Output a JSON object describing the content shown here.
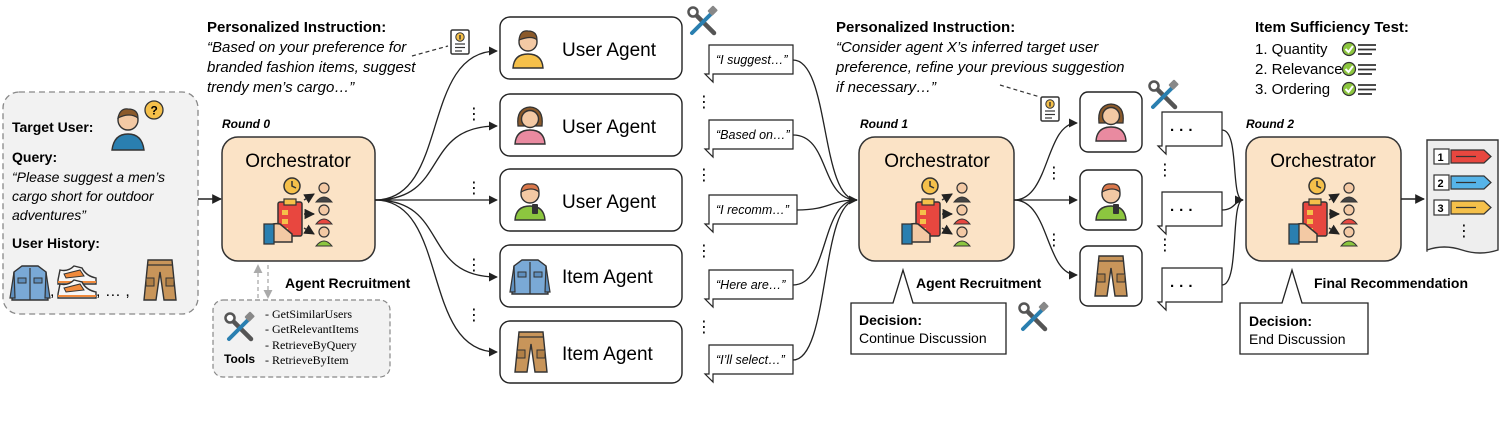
{
  "target": {
    "target_user_label": "Target User:",
    "query_label": "Query:",
    "query_lines": [
      "“Please suggest a men’s",
      "cargo short for outdoor",
      "adventures”"
    ],
    "history_label": "User History:",
    "history_sep1": ",",
    "history_sep2": ", … ,"
  },
  "instruction0": {
    "title": "Personalized Instruction:",
    "lines": [
      "“Based on your preference for",
      "branded fashion items, suggest",
      "trendy men’s cargo…”"
    ]
  },
  "instruction1": {
    "title": "Personalized Instruction:",
    "lines": [
      "“Consider agent X’s inferred target user",
      "preference, refine your previous suggestion",
      "if necessary…”"
    ]
  },
  "sufficiency": {
    "title": "Item Sufficiency Test:",
    "items": [
      "1. Quantity",
      "2. Relevance",
      "3. Ordering"
    ]
  },
  "rounds": {
    "r0": {
      "label": "Round 0",
      "orchestrator": "Orchestrator",
      "caption": "Agent Recruitment"
    },
    "r1": {
      "label": "Round 1",
      "orchestrator": "Orchestrator",
      "caption": "Agent Recruitment"
    },
    "r2": {
      "label": "Round 2",
      "orchestrator": "Orchestrator",
      "caption": "Final Recommendation"
    }
  },
  "agents": [
    {
      "label": "User Agent",
      "reply": "“I suggest…”"
    },
    {
      "label": "User Agent",
      "reply": "“Based on…”"
    },
    {
      "label": "User Agent",
      "reply": "“I recomm…”"
    },
    {
      "label": "Item Agent",
      "reply": "“Here are…”"
    },
    {
      "label": "Item Agent",
      "reply": "“I’ll select…”"
    }
  ],
  "vdots": "⋮",
  "ellipsis": "⋮",
  "hdots": "· · ·",
  "tools": {
    "label": "Tools",
    "items": [
      "- GetSimilarUsers",
      "- GetRelevantItems",
      "- RetrieveByQuery",
      "- RetrieveByItem"
    ]
  },
  "decision1": {
    "title": "Decision:",
    "value": "Continue Discussion"
  },
  "decision2": {
    "title": "Decision:",
    "value": "End Discussion"
  },
  "ranked": [
    "1",
    "2",
    "3"
  ],
  "colors": {
    "orchestrator_fill": "#fbe3c6",
    "agent_border": "#222222",
    "rank1": "#e8473f",
    "rank2": "#56b4e9",
    "rank3": "#f5c04a",
    "check": "#8cc63f"
  }
}
